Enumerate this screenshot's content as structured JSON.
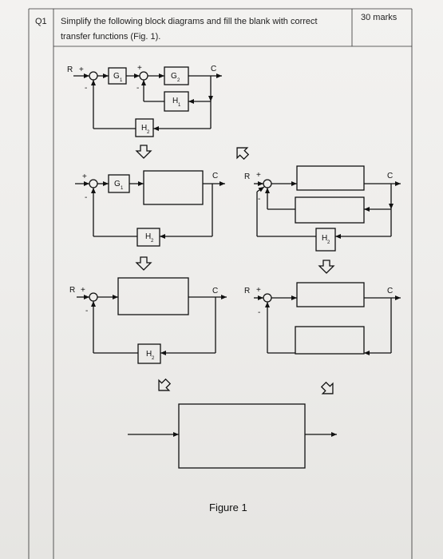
{
  "question": {
    "number": "Q1",
    "text": "Simplify the following block diagrams and fill the blank with correct transfer functions (Fig. 1).",
    "marks": "30 marks"
  },
  "signals": {
    "input": "R",
    "output": "C"
  },
  "signs": {
    "plus": "+",
    "minus": "-"
  },
  "blocks": {
    "g1": {
      "main": "G",
      "sub": "1"
    },
    "g2": {
      "main": "G",
      "sub": "2"
    },
    "h1": {
      "main": "H",
      "sub": "1"
    },
    "h2": {
      "main": "H",
      "sub": "2"
    }
  },
  "figure_caption": "Figure 1"
}
